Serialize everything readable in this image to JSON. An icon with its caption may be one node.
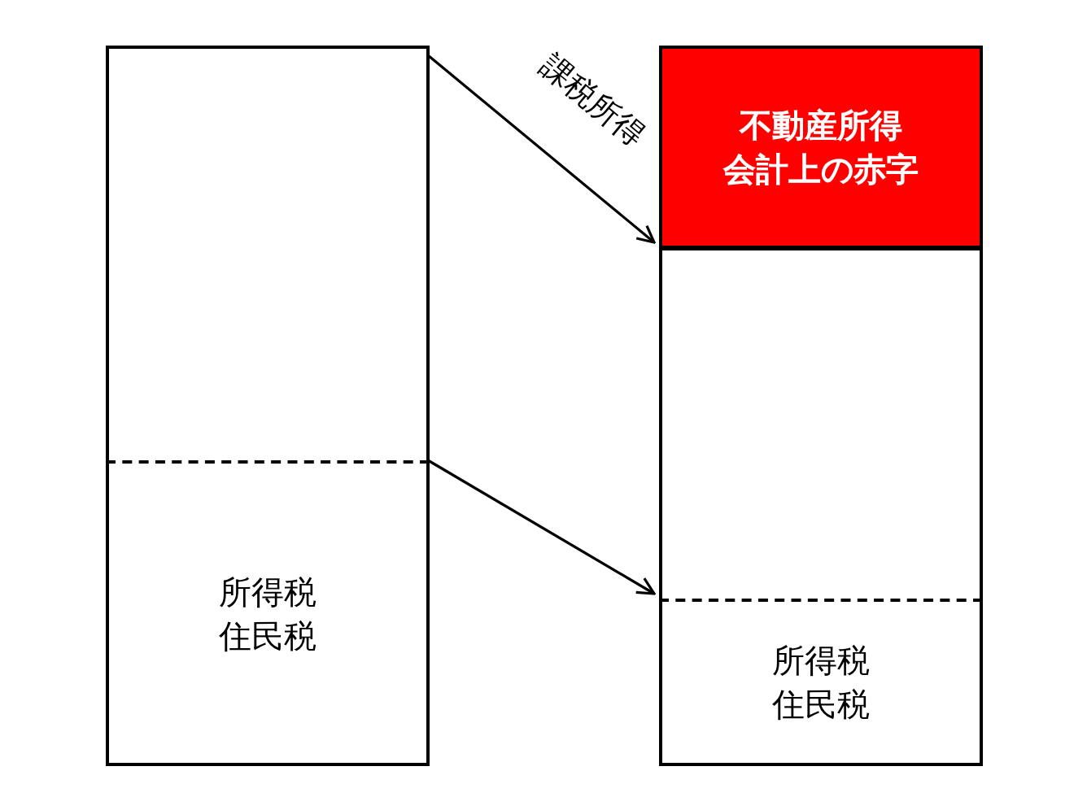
{
  "diagram": {
    "nodes": [
      {
        "text": [],
        "shape": "bar"
      },
      {
        "text": [
          "所得税住民税"
        ],
        "in": 0
      },
      {
        "text": [
          "不動産所得会計上の赤字"
        ]
      },
      {
        "text": [],
        "shape": "bar"
      },
      {
        "text": [
          "所得税住民税"
        ],
        "in": 3
      }
    ],
    "edges": [
      {
        "from": 0,
        "to": 3,
        "arrow": "to",
        "label": "課税所得"
      },
      {
        "from": 1,
        "to": 4,
        "arrow": "to"
      }
    ]
  }
}
